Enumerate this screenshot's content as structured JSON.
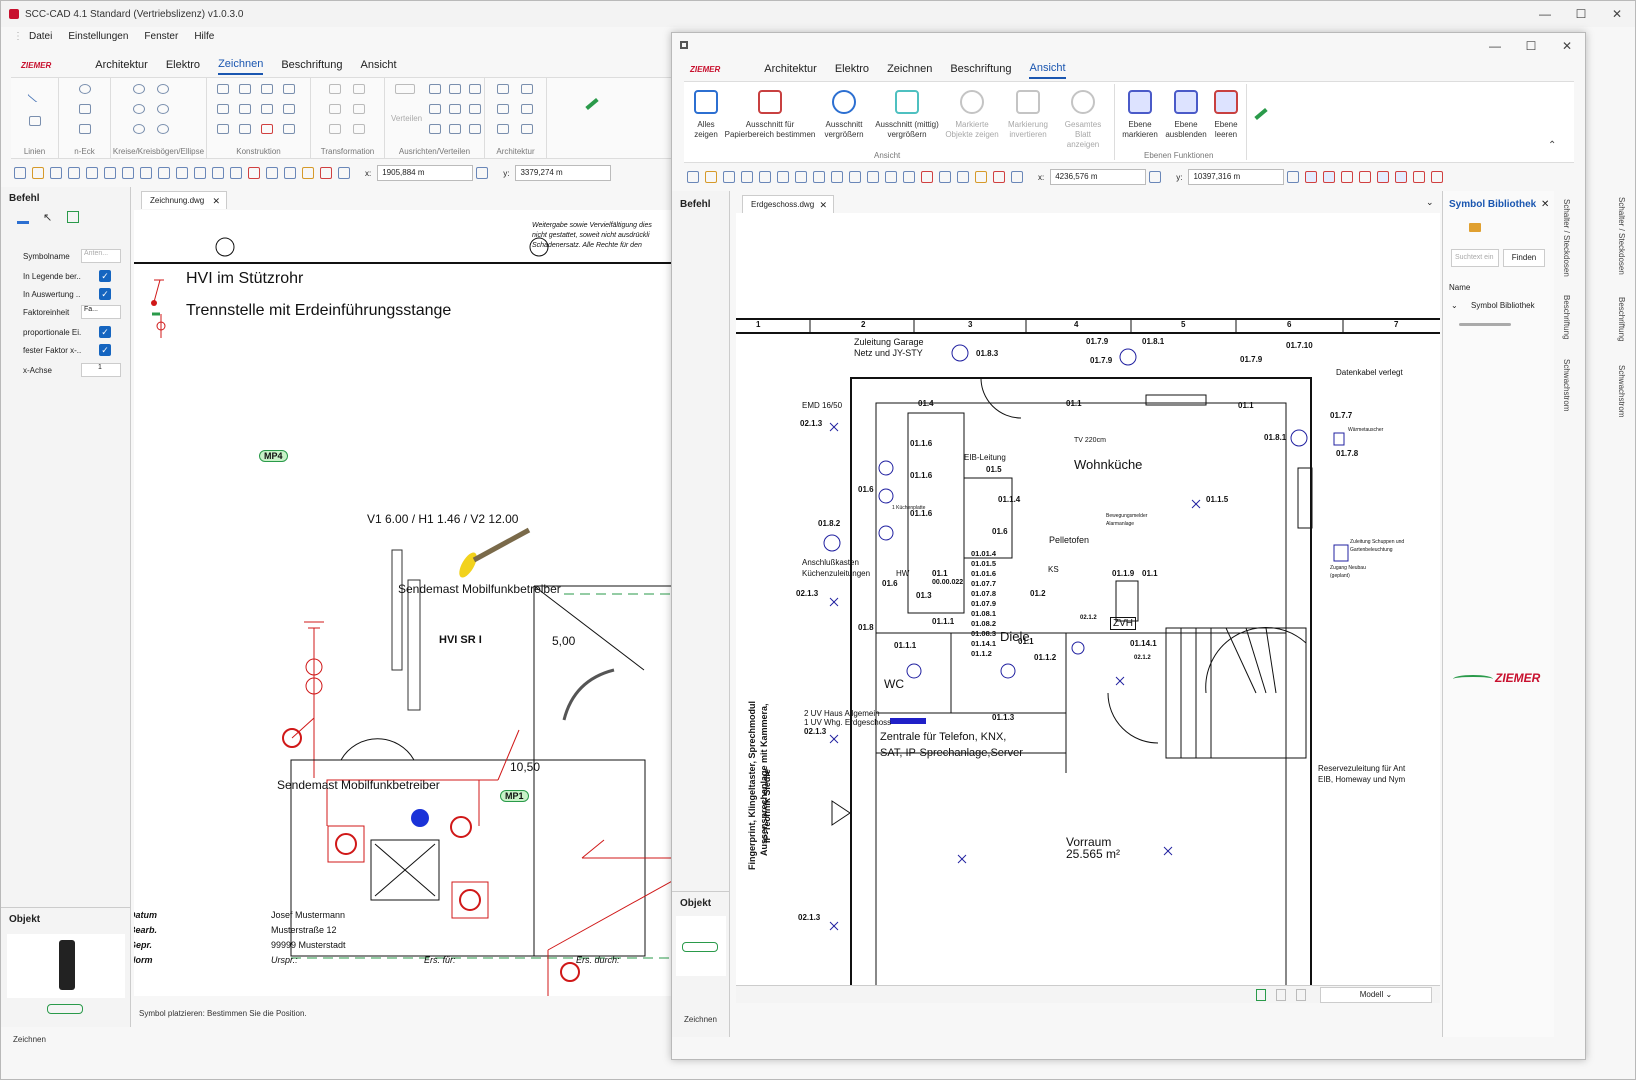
{
  "main_window": {
    "title": "SCC-CAD 4.1 Standard (Vertriebslizenz) v1.0.3.0",
    "controls": [
      "—",
      "☐",
      "✕"
    ],
    "menu": [
      "Datei",
      "Einstellungen",
      "Fenster",
      "Hilfe"
    ],
    "logo": "ZIEMER",
    "tabs": [
      "Architektur",
      "Elektro",
      "Zeichnen",
      "Beschriftung",
      "Ansicht"
    ],
    "ribbon_groups": [
      "Linien",
      "n-Eck",
      "Kreise/Kreisbögen/Ellipse",
      "Konstruktion",
      "Transformation",
      "Ausrichten/Verteilen",
      "Architektur"
    ],
    "verteilen_label": "Verteilen",
    "coord_x_label": "x:",
    "coord_x": "1905,884 m",
    "coord_y_label": "y:",
    "coord_y": "3379,274 m",
    "befehl_title": "Befehl",
    "objekt_title": "Objekt",
    "props": [
      {
        "label": "Symbolname",
        "value": "Anten..."
      },
      {
        "label": "In Legende ber...",
        "checked": "✓"
      },
      {
        "label": "In Auswertung ...",
        "checked": "✓"
      },
      {
        "label": "Faktoreinheit",
        "value": "Fa..."
      },
      {
        "label": "proportionale Ei...",
        "checked": "✓"
      },
      {
        "label": "fester Faktor x-...",
        "checked": "✓"
      },
      {
        "label": "x-Achse",
        "value": "1"
      }
    ],
    "doc_tab": "Zeichnung.dwg",
    "status_prompt": "Symbol platzieren: Bestimmen Sie die Position.",
    "status_bottom": "Zeichnen",
    "drawing": {
      "legend1": "HVI im Stützrohr",
      "legend2": "Trennstelle mit Erdeinführungsstange",
      "note_lines": [
        "Weitergabe sowie Vervielfältigung dies",
        "nicht gestattet, soweit nicht ausdrückli",
        "Schadenersatz. Alle Rechte für den"
      ],
      "mp4": "MP4",
      "mp1": "MP1",
      "v_label": "V1 6.00 / H1 1.46 / V2 12.00",
      "sendemast_inner": "Sendemast Mobilfunkbetreiber",
      "hvi_sr": "HVI SR I",
      "dim_500": "5,00",
      "dim_1050": "10,50",
      "sendemast_outer": "Sendemast Mobilfunkbetreiber",
      "title_block": [
        {
          "k": "Datum",
          "v": "Josef Mustermann"
        },
        {
          "k": "Bearb.",
          "v": "Musterstraße 12"
        },
        {
          "k": "Gepr.",
          "v": "99999 Musterstadt"
        },
        {
          "k": "Norm",
          "v": "Urspr.:"
        }
      ],
      "ers_fuer": "Ers. für:",
      "ers_durch": "Ers. durch:"
    }
  },
  "second_window": {
    "controls": [
      "—",
      "☐",
      "✕"
    ],
    "logo": "ZIEMER",
    "tabs": [
      "Architektur",
      "Elektro",
      "Zeichnen",
      "Beschriftung",
      "Ansicht"
    ],
    "buttons": [
      {
        "label1": "Alles",
        "label2": "zeigen",
        "enabled": true
      },
      {
        "label1": "Ausschnitt für",
        "label2": "Papierbereich bestimmen",
        "enabled": true
      },
      {
        "label1": "Ausschnitt",
        "label2": "vergrößern",
        "enabled": true
      },
      {
        "label1": "Ausschnitt (mittig)",
        "label2": "vergrößern",
        "enabled": true
      },
      {
        "label1": "Markierte",
        "label2": "Objekte zeigen",
        "enabled": false
      },
      {
        "label1": "Markierung",
        "label2": "invertieren",
        "enabled": false
      },
      {
        "label1": "Gesamtes Blatt",
        "label2": "anzeigen",
        "enabled": false
      },
      {
        "label1": "Ebene",
        "label2": "markieren",
        "enabled": true
      },
      {
        "label1": "Ebene",
        "label2": "ausblenden",
        "enabled": true
      },
      {
        "label1": "Ebene",
        "label2": "leeren",
        "enabled": true
      }
    ],
    "group_ansicht": "Ansicht",
    "group_ebenen": "Ebenen Funktionen",
    "coord_x_label": "x:",
    "coord_x": "4236,576 m",
    "coord_y_label": "y:",
    "coord_y": "10397,316 m",
    "befehl_title": "Befehl",
    "objekt_title": "Objekt",
    "doc_tab": "Erdgeschoss.dwg",
    "status_bottom": "Zeichnen",
    "model_select": "Modell",
    "symbol_lib": {
      "title": "Symbol Bibliothek",
      "search_placeholder": "Suchtext ein",
      "find_button": "Finden",
      "col_name": "Name",
      "tree_item": "Symbol Bibliothek",
      "brand": "ZIEMER"
    },
    "side_tabs": [
      "Schalter / Steckdosen",
      "Beschriftung",
      "Schwachstrom"
    ],
    "outer_side_tabs": [
      "Schalter / Steckdosen",
      "Beschriftung",
      "Schwachstrom"
    ],
    "floorplan": {
      "grid_numbers": [
        "1",
        "2",
        "3",
        "4",
        "5",
        "6",
        "7"
      ],
      "labels": {
        "zuleitung_garage": "Zuleitung Garage",
        "netz": "Netz und JY-STY",
        "emd": "EMD 16/50",
        "wohnkueche": "Wohnküche",
        "eib": "EIB-Leitung",
        "pelletofen": "Pelletofen",
        "anschluss1": "Anschlußkasten",
        "anschluss2": "Küchenzuleitungen",
        "diele": "Diele",
        "wc": "WC",
        "zvh": "ZVH",
        "ks": "KS",
        "hw": "HW",
        "tv": "TV 220cm",
        "uv1": "2 UV Haus Allgemein",
        "uv2": "1 UV Whg. Erdgeschoss",
        "zentrale1": "Zentrale für Telefon, KNX,",
        "zentrale2": "SAT, IP-Sprechanlage,Server",
        "vorraum1": "Vorraum",
        "vorraum2": "25.565 m²",
        "datenkabel": "Datenkabel verlegt",
        "reserve1": "Reservezuleitung für Ant",
        "reserve2": "EIB, Homeway und Nym",
        "aussen1": "Aussensprechanlage mit Kammera,",
        "aussen2": "Fingerprint, Klingeltaster, Sprechmodul",
        "aussen3": "IP-Technik Siedle",
        "zul_schuppen1": "Zuleitung Schuppen und",
        "zul_schuppen2": "Gartenbeleuchtung",
        "zugang1": "Zugang Neubau",
        "zugang2": "(geplant)",
        "waermetauscher": "Wärmetauscher",
        "kuechenplatte": "1 Küchenplatte",
        "bewegung1": "Bewegungsmelder",
        "bewegung2": "Alarmanlage"
      },
      "tags": [
        {
          "t": "01.8.3"
        },
        {
          "t": "01.7.9"
        },
        {
          "t": "01.8.1"
        },
        {
          "t": "01.7.9"
        },
        {
          "t": "01.7.10"
        },
        {
          "t": "01.7.9"
        },
        {
          "t": "02.1.3"
        },
        {
          "t": "01.4"
        },
        {
          "t": "01.1.6"
        },
        {
          "t": "01.1.6"
        },
        {
          "t": "01.1.6"
        },
        {
          "t": "01.6"
        },
        {
          "t": "01.5"
        },
        {
          "t": "01.1.4"
        },
        {
          "t": "01.6"
        },
        {
          "t": "01.1"
        },
        {
          "t": "01.1"
        },
        {
          "t": "01.8.1"
        },
        {
          "t": "01.7.7"
        },
        {
          "t": "01.7.8"
        },
        {
          "t": "01.1.5"
        },
        {
          "t": "01.8.2"
        },
        {
          "t": "02.1.3"
        },
        {
          "t": "01.6"
        },
        {
          "t": "01.3"
        },
        {
          "t": "01.1"
        },
        {
          "t": "00.00.022"
        },
        {
          "t": "01.2"
        },
        {
          "t": "01.1.9"
        },
        {
          "t": "01.1"
        },
        {
          "t": "01.8"
        },
        {
          "t": "01.1.1"
        },
        {
          "t": "01.1.1"
        },
        {
          "t": "01.1.2"
        },
        {
          "t": "01.1"
        },
        {
          "t": "01.14.1"
        },
        {
          "t": "02.1.2"
        },
        {
          "t": "01.1.3"
        },
        {
          "t": "02.1.3"
        },
        {
          "t": "02.1.3"
        },
        {
          "t": "02.1.2"
        }
      ],
      "circuit_list": [
        "01.01.4",
        "01.01.5",
        "01.01.6",
        "01.07.7",
        "01.07.8",
        "01.07.9",
        "01.08.1",
        "01.08.2",
        "01.08.3",
        "01.14.1",
        "01.1.2"
      ]
    }
  }
}
